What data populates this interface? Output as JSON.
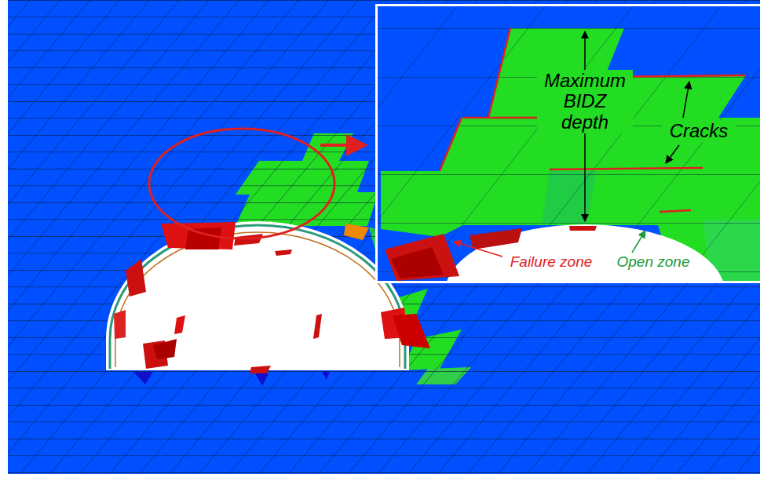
{
  "diagram": {
    "labels": [
      "Maximum BIDZ depth",
      "Cracks",
      "Failure zone",
      "Open zone"
    ]
  }
}
